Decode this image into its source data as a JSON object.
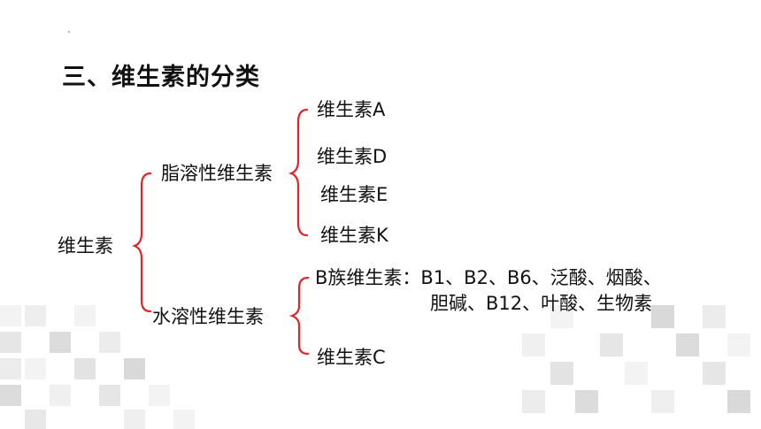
{
  "title": "三、维生素的分类",
  "root": "维生素",
  "fat_soluble": {
    "label": "脂溶性维生素",
    "items": [
      "维生素A",
      "维生素D",
      "维生素E",
      "维生素K"
    ]
  },
  "water_soluble": {
    "label": "水溶性维生素",
    "b_group_line1": "B族维生素：B1、B2、B6、泛酸、烟酸、",
    "b_group_line2": "胆碱、B12、叶酸、生物素",
    "vitamin_c": "维生素C"
  },
  "colors": {
    "brace": "#e0242a",
    "text": "#111111",
    "tile_light": "#f1f1f1",
    "tile_dark": "#dcdcdc"
  }
}
